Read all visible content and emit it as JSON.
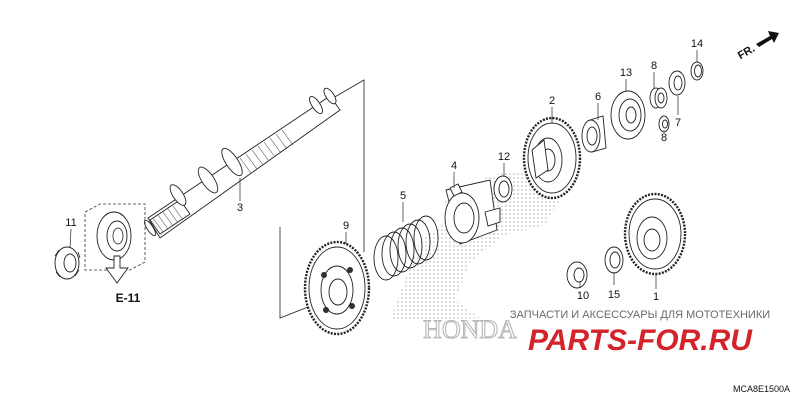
{
  "diagram": {
    "callouts": [
      {
        "id": "1",
        "label": "1"
      },
      {
        "id": "2",
        "label": "2"
      },
      {
        "id": "3",
        "label": "3"
      },
      {
        "id": "4",
        "label": "4"
      },
      {
        "id": "5",
        "label": "5"
      },
      {
        "id": "6",
        "label": "6"
      },
      {
        "id": "7",
        "label": "7"
      },
      {
        "id": "8a",
        "label": "8"
      },
      {
        "id": "8b",
        "label": "8"
      },
      {
        "id": "9",
        "label": "9"
      },
      {
        "id": "10",
        "label": "10"
      },
      {
        "id": "11",
        "label": "11"
      },
      {
        "id": "12",
        "label": "12"
      },
      {
        "id": "13",
        "label": "13"
      },
      {
        "id": "14",
        "label": "14"
      },
      {
        "id": "15",
        "label": "15"
      }
    ],
    "reference_label": "E-11",
    "direction_label": "FR.",
    "diagram_code": "MCA8E1500A",
    "watermark": {
      "caption": "ЗАПЧАСТИ И АКСЕССУАРЫ ДЛЯ МОТОТЕХНИКИ",
      "site": "PARTS-FOR.RU",
      "brand": "HONDA"
    }
  }
}
